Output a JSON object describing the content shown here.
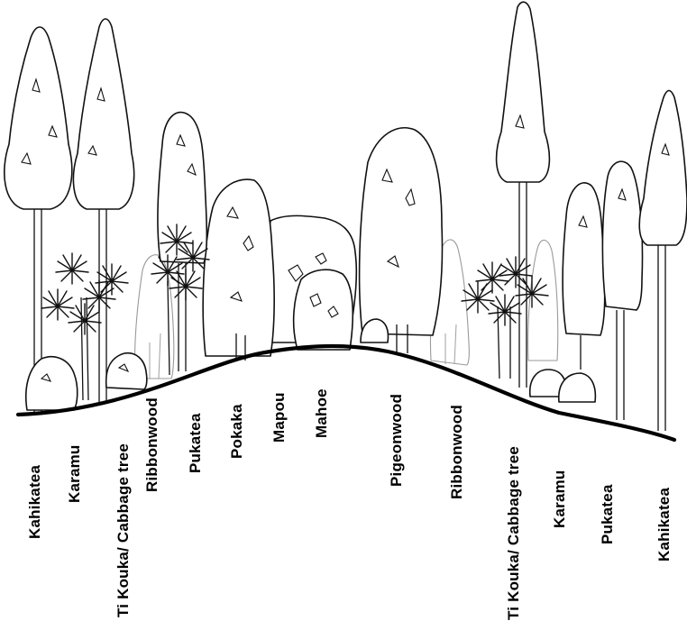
{
  "labels": {
    "l1": "Kahikatea",
    "l2": "Karamu",
    "l3": "Ti Kouka/ Cabbage tree",
    "l4": "Ribbonwood",
    "l5": "Pukatea",
    "l6": "Pokaka",
    "l7": "Mapou",
    "l8": "Mahoe",
    "l9": "Pigeonwood",
    "l10": "Ribbonwood",
    "l11": "Ti Kouka/ Cabbage tree",
    "l12": "Karamu",
    "l13": "Pukatea",
    "l14": "Kahikatea"
  }
}
